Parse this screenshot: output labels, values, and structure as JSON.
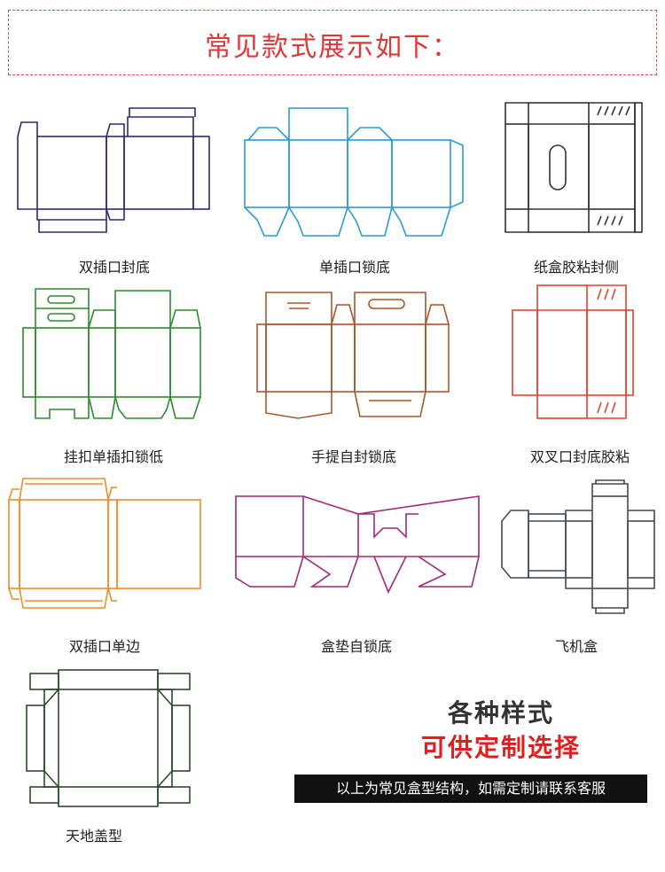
{
  "header": {
    "title": "常见款式展示如下："
  },
  "styles": [
    {
      "label": "双插口封底",
      "color": "#2e2a7a"
    },
    {
      "label": "单插口锁底",
      "color": "#2a9ad8"
    },
    {
      "label": "纸盒胶粘封侧",
      "color": "#333333"
    },
    {
      "label": "挂扣单插扣锁低",
      "color": "#2e8a2e"
    },
    {
      "label": "手提自封锁底",
      "color": "#a8562a"
    },
    {
      "label": "双叉口封底胶粘",
      "color": "#e0452e"
    },
    {
      "label": "双插口单边",
      "color": "#f08a2a"
    },
    {
      "label": "盒垫自锁底",
      "color": "#a0287a"
    },
    {
      "label": "飞机盒",
      "color": "#444a50"
    },
    {
      "label": "天地盖型",
      "color": "#2e4a2e"
    }
  ],
  "promo": {
    "line1": "各种样式",
    "line2": "可供定制选择",
    "note": "以上为常见盒型结构，如需定制请联系客服"
  }
}
